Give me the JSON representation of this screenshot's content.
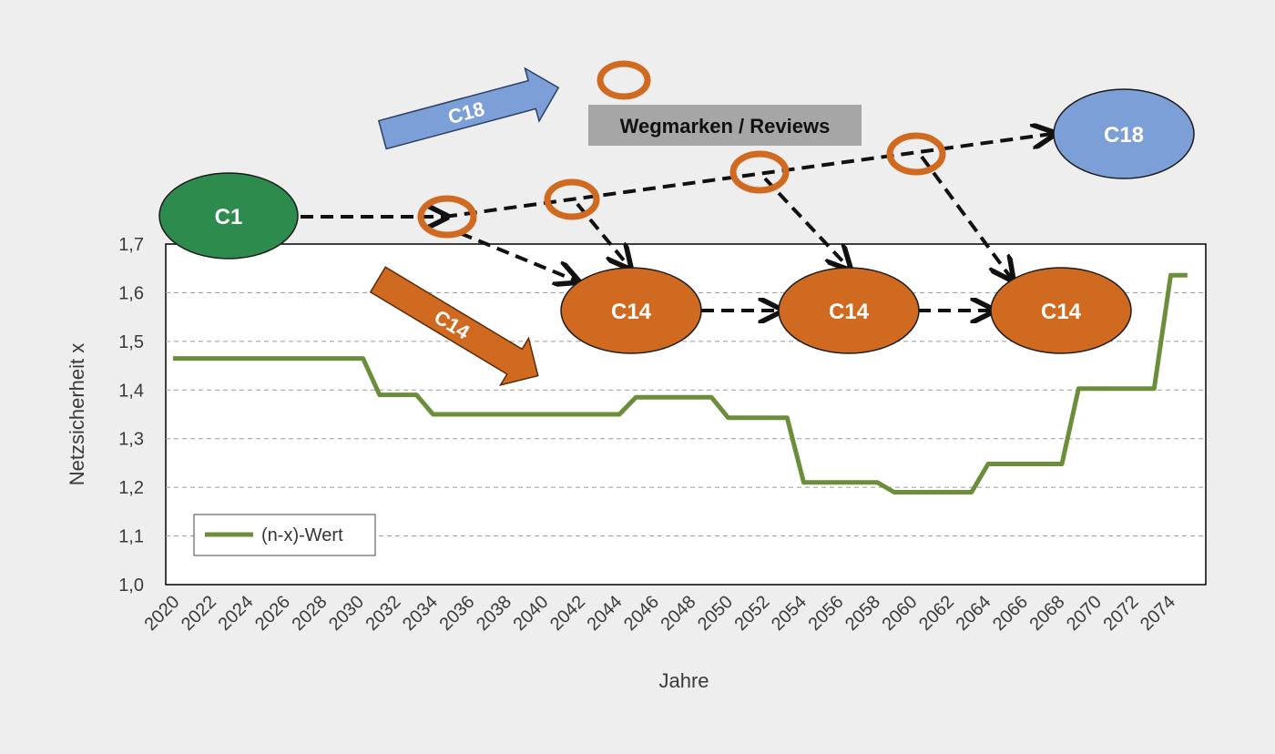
{
  "chart_data": {
    "type": "line",
    "xlabel": "Jahre",
    "ylabel": "Netzsicherheit x",
    "ylim": [
      1.0,
      1.7
    ],
    "y_ticks": [
      "1,0",
      "1,1",
      "1,2",
      "1,3",
      "1,4",
      "1,5",
      "1,6",
      "1,7"
    ],
    "x_ticks": [
      "2020",
      "2022",
      "2024",
      "2026",
      "2028",
      "2030",
      "2032",
      "2034",
      "2036",
      "2038",
      "2040",
      "2042",
      "2044",
      "2046",
      "2048",
      "2050",
      "2052",
      "2054",
      "2056",
      "2058",
      "2060",
      "2062",
      "2064",
      "2066",
      "2068",
      "2070",
      "2072",
      "2074"
    ],
    "grid": "horizontal-dashed",
    "legend_position": "bottom-left",
    "series": [
      {
        "name": "(n-x)-Wert",
        "color": "#6b8e3a",
        "points": [
          [
            2020.0,
            1.465
          ],
          [
            2030.3,
            1.465
          ],
          [
            2031.2,
            1.39
          ],
          [
            2033.2,
            1.39
          ],
          [
            2034.1,
            1.35
          ],
          [
            2044.2,
            1.35
          ],
          [
            2045.1,
            1.385
          ],
          [
            2049.2,
            1.385
          ],
          [
            2050.1,
            1.343
          ],
          [
            2053.3,
            1.343
          ],
          [
            2054.2,
            1.21
          ],
          [
            2058.2,
            1.21
          ],
          [
            2059.1,
            1.19
          ],
          [
            2063.3,
            1.19
          ],
          [
            2064.2,
            1.248
          ],
          [
            2068.2,
            1.248
          ],
          [
            2069.1,
            1.403
          ],
          [
            2073.2,
            1.403
          ],
          [
            2074.1,
            1.636
          ],
          [
            2075.0,
            1.636
          ]
        ]
      }
    ]
  },
  "overlay": {
    "nodes": [
      {
        "id": "c1",
        "label": "C1",
        "color": "#2e8b4e"
      },
      {
        "id": "c18",
        "label": "C18",
        "color": "#7b9fd6"
      },
      {
        "id": "c14a",
        "label": "C14",
        "color": "#d06a21"
      },
      {
        "id": "c14b",
        "label": "C14",
        "color": "#d06a21"
      },
      {
        "id": "c14c",
        "label": "C14",
        "color": "#d06a21"
      }
    ],
    "c18_arrow_label": "C18",
    "c14_arrow_label": "C14",
    "milestones_label": "Wegmarken / Reviews",
    "milestone_color": "#d06a21"
  }
}
